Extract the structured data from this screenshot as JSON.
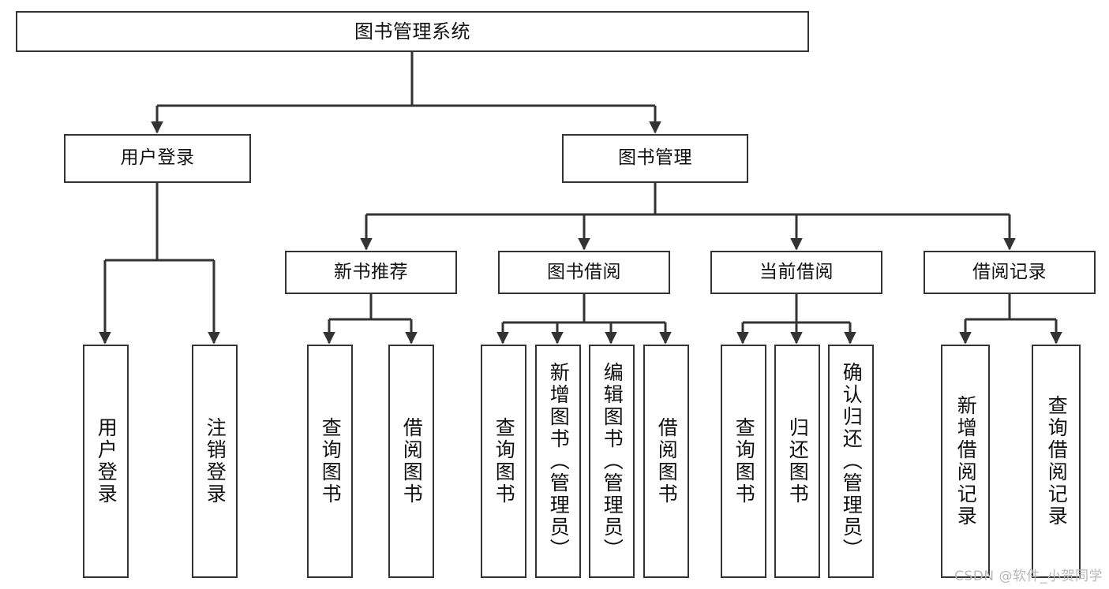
{
  "diagram": {
    "title": "图书管理系统",
    "type": "tree-hierarchy-functional-structure",
    "root": {
      "id": "root",
      "label": "图书管理系统"
    },
    "level2": [
      {
        "id": "user-login",
        "label": "用户登录"
      },
      {
        "id": "book-management",
        "label": "图书管理"
      }
    ],
    "level3": [
      {
        "id": "new-book-recommend",
        "label": "新书推荐"
      },
      {
        "id": "book-borrow",
        "label": "图书借阅"
      },
      {
        "id": "current-borrow",
        "label": "当前借阅"
      },
      {
        "id": "borrow-record",
        "label": "借阅记录"
      }
    ],
    "leaves": [
      {
        "id": "leaf-user-login",
        "label": "用户登录",
        "parent": "user-login"
      },
      {
        "id": "leaf-user-logout",
        "label": "注销登录",
        "parent": "user-login"
      },
      {
        "id": "leaf-query-book-1",
        "label": "查询图书",
        "parent": "new-book-recommend"
      },
      {
        "id": "leaf-borrow-book-1",
        "label": "借阅图书",
        "parent": "new-book-recommend"
      },
      {
        "id": "leaf-query-book-2",
        "label": "查询图书",
        "parent": "book-borrow"
      },
      {
        "id": "leaf-add-book",
        "label": "新增图书（管理员）",
        "parent": "book-borrow"
      },
      {
        "id": "leaf-edit-book",
        "label": "编辑图书（管理员）",
        "parent": "book-borrow"
      },
      {
        "id": "leaf-borrow-book-2",
        "label": "借阅图书",
        "parent": "book-borrow"
      },
      {
        "id": "leaf-query-book-3",
        "label": "查询图书",
        "parent": "current-borrow"
      },
      {
        "id": "leaf-return-book",
        "label": "归还图书",
        "parent": "current-borrow"
      },
      {
        "id": "leaf-confirm-return",
        "label": "确认归还（管理员）",
        "parent": "current-borrow"
      },
      {
        "id": "leaf-add-record",
        "label": "新增借阅记录",
        "parent": "borrow-record"
      },
      {
        "id": "leaf-query-record",
        "label": "查询借阅记录",
        "parent": "borrow-record"
      }
    ],
    "watermark": "CSDN @软件_小贺同学",
    "colors": {
      "stroke": "#333333",
      "fill": "#ffffff",
      "text": "#111111",
      "watermark": "#b8b8b8"
    }
  }
}
